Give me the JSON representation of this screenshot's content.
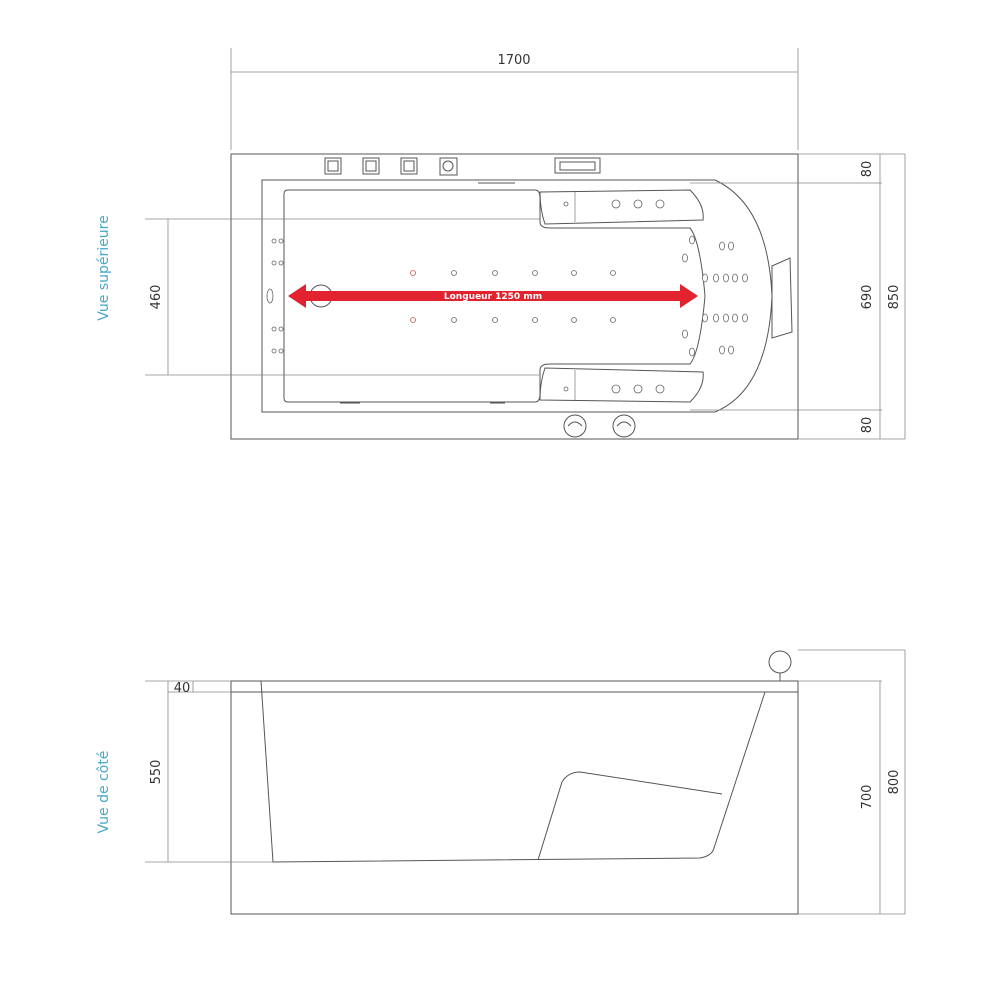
{
  "views": {
    "top_label": "Vue supérieure",
    "side_label": "Vue de côté"
  },
  "dimensions": {
    "overall_length": "1700",
    "top_width_full": "850",
    "top_inner_width": "690",
    "top_rim_top": "80",
    "top_rim_bottom": "80",
    "top_seat_width": "460",
    "side_total_height": "800",
    "side_tub_height": "700",
    "side_inner_depth": "550",
    "side_rim": "40"
  },
  "annotation": {
    "length_label": "Longueur 1250 mm"
  },
  "colors": {
    "accent_label": "#4aa7c9",
    "arrow": "#e0232f",
    "line": "#555555"
  }
}
